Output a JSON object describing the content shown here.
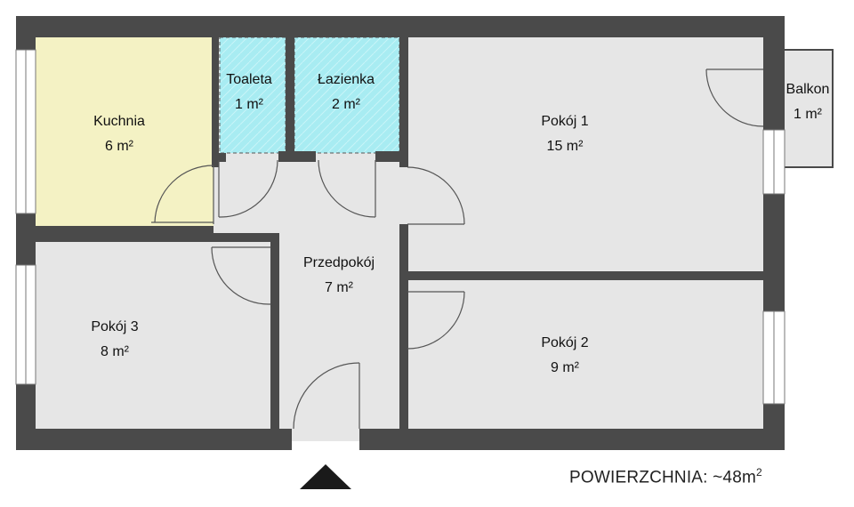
{
  "rooms": {
    "kitchen": {
      "name": "Kuchnia",
      "area": "6 m²"
    },
    "toilet": {
      "name": "Toaleta",
      "area": "1 m²"
    },
    "bathroom": {
      "name": "Łazienka",
      "area": "2 m²"
    },
    "room1": {
      "name": "Pokój 1",
      "area": "15 m²"
    },
    "balcony": {
      "name": "Balkon",
      "area": "1 m²"
    },
    "hall": {
      "name": "Przedpokój",
      "area": "7 m²"
    },
    "room3": {
      "name": "Pokój 3",
      "area": "8 m²"
    },
    "room2": {
      "name": "Pokój 2",
      "area": "9 m²"
    }
  },
  "summary": {
    "label": "POWIERZCHNIA: ~48m",
    "superscript": "2"
  },
  "colors": {
    "wall": "#4a4a4a",
    "floor": "#e6e6e6",
    "kitchen": "#f4f2c4",
    "wet_room": "#a8ecf2",
    "entrance_arrow": "#1a1a1a"
  }
}
